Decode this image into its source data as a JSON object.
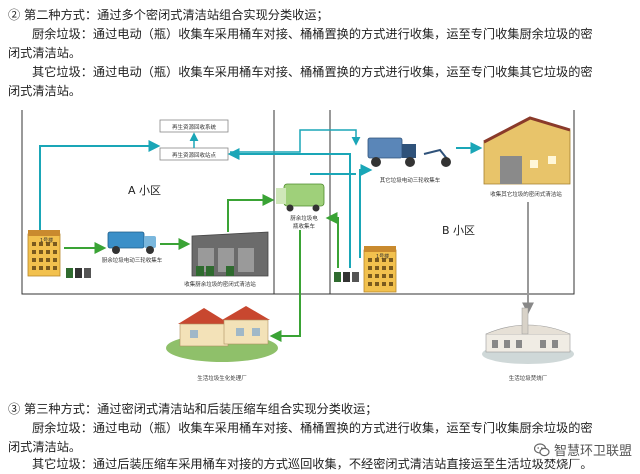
{
  "top_text": {
    "heading": "② 第二种方式：通过多个密闭式清洁站组合实现分类收运；",
    "p1_line1": "厨余垃圾：通过电动（瓶）收集车采用桶车对接、桶桶置换的方式进行收集，运至专门收集厨余垃圾的密",
    "p1_line2": "闭式清洁站。",
    "p2_line1": "其它垃圾：通过电动（瓶）收集车采用桶车对接、桶桶置换的方式进行收集，运至专门收集其它垃圾的密",
    "p2_line2": "闭式清洁站。"
  },
  "diagram": {
    "recycle_system": "再生资源回收系统",
    "recycle_station": "再生资源回收站点",
    "zone_a": "A 小区",
    "zone_b": "B 小区",
    "bldg_a": "1号楼",
    "bldg_b": "1号楼",
    "kitchen_trike": "厨余垃圾电动三轮收集车",
    "kitchen_station": "收集厨余垃圾的密闭式清洁站",
    "kitchen_truck_l1": "厨余垃圾电",
    "kitchen_truck_l2": "瓶收集车",
    "other_trike": "其它垃圾电动三轮收集车",
    "other_station": "收集其它垃圾的密闭式清洁站",
    "plant_food": "生活垃圾生化处理厂",
    "plant_burn": "生活垃圾焚烧厂"
  },
  "bottom_text": {
    "heading": "③ 第三种方式：通过密闭式清洁站和后装压缩车组合实现分类收运；",
    "p1_line1": "厨余垃圾：通过电动（瓶）收集车采用桶车对接、桶桶置换的方式进行收集，运至专门收集厨余垃圾的密",
    "p1_line2": "闭式清洁站。",
    "p2_line1": "其它垃圾：通过后装压缩车采用桶车对接的方式巡回收集，不经密闭式清洁站直接运至生活垃圾焚烧厂。"
  },
  "watermark": {
    "label": "智慧环卫联盟"
  },
  "colors": {
    "arrow_teal": "#1aa6b7",
    "arrow_green": "#3aa335",
    "building_yellow": "#f2c14e",
    "roof_red": "#c8472f"
  }
}
